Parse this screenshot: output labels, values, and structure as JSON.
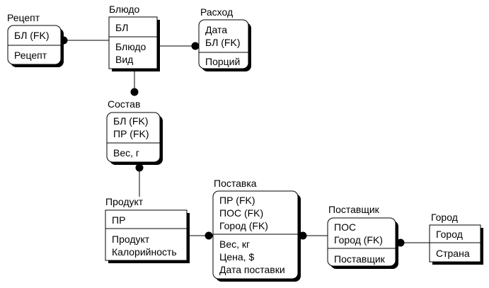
{
  "entities": {
    "recept": {
      "title": "Рецепт",
      "keys": [
        "БЛ (FK)"
      ],
      "attrs": [
        "Рецепт"
      ]
    },
    "bludo": {
      "title": "Блюдо",
      "keys": [
        "БЛ"
      ],
      "attrs": [
        "Блюдо",
        "Вид"
      ]
    },
    "rashod": {
      "title": "Расход",
      "keys": [
        "Дата",
        "БЛ (FK)"
      ],
      "attrs": [
        "Порций"
      ]
    },
    "sostav": {
      "title": "Состав",
      "keys": [
        "БЛ (FK)",
        "ПР (FK)"
      ],
      "attrs": [
        "Вес, г"
      ]
    },
    "produkt": {
      "title": "Продукт",
      "keys": [
        "ПР"
      ],
      "attrs": [
        "Продукт",
        "Калорийность"
      ]
    },
    "postavka": {
      "title": "Поставка",
      "keys": [
        "ПР (FK)",
        "ПОС (FK)",
        "Город (FK)"
      ],
      "attrs": [
        "Вес, кг",
        "Цена, $",
        "Дата поставки"
      ]
    },
    "postavshik": {
      "title": "Поставщик",
      "keys": [
        "ПОС",
        "Город (FK)"
      ],
      "attrs": [
        "Поставщик"
      ]
    },
    "gorod": {
      "title": "Город",
      "keys": [
        "Город"
      ],
      "attrs": [
        "Страна"
      ]
    }
  },
  "colors": {
    "line": "#000000",
    "shadow": "#000000",
    "fill": "#ffffff"
  }
}
